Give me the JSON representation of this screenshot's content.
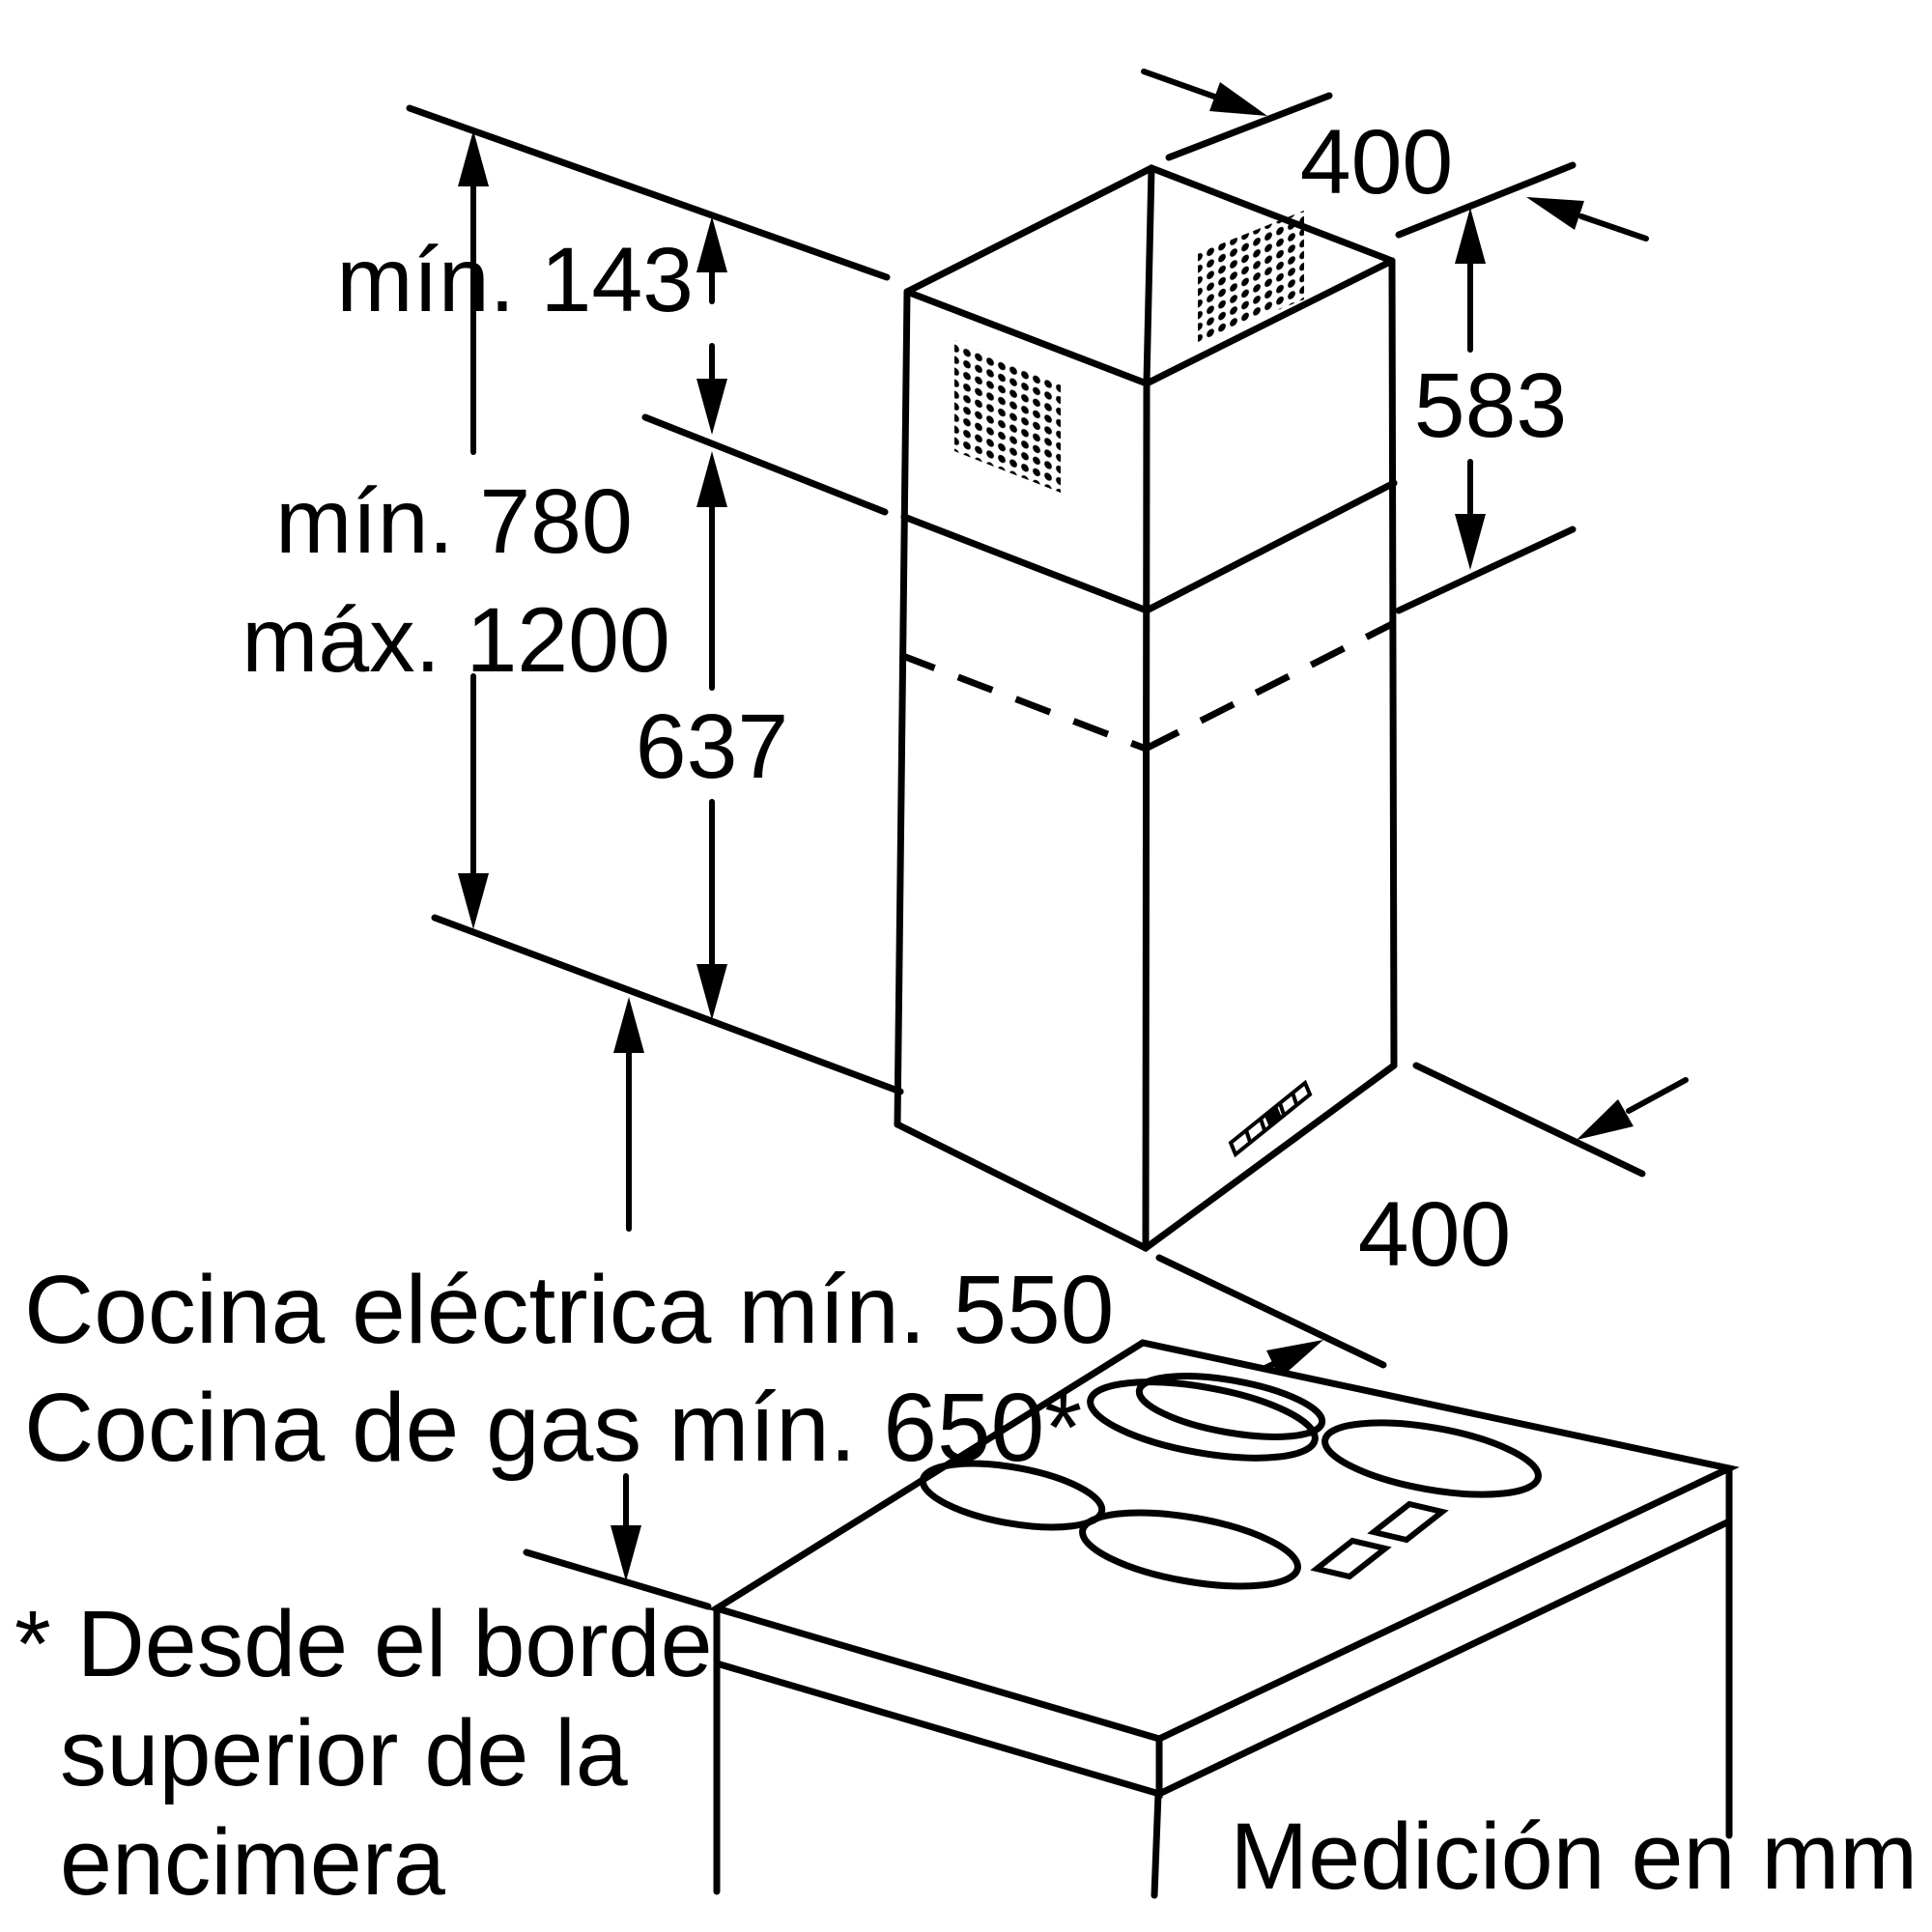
{
  "diagram": {
    "kind": "island-chimney-hood-installation-dimensions",
    "units_note": "Medición en mm",
    "colors": {
      "line": "#000000",
      "background": "#ffffff"
    },
    "dimensions": {
      "top_width": "400",
      "upper_duct_height": "583",
      "ceiling_clearance": "mín. 143",
      "height_min": "mín. 780",
      "height_max": "máx. 1200",
      "lower_section_height": "637",
      "bottom_width": "400",
      "clearance_electric": "Cocina eléctrica mín. 550",
      "clearance_gas": "Cocina de gas mín. 650*"
    },
    "footnote": {
      "line1": "* Desde el borde",
      "line2": "superior de la",
      "line3": "encimera"
    }
  }
}
